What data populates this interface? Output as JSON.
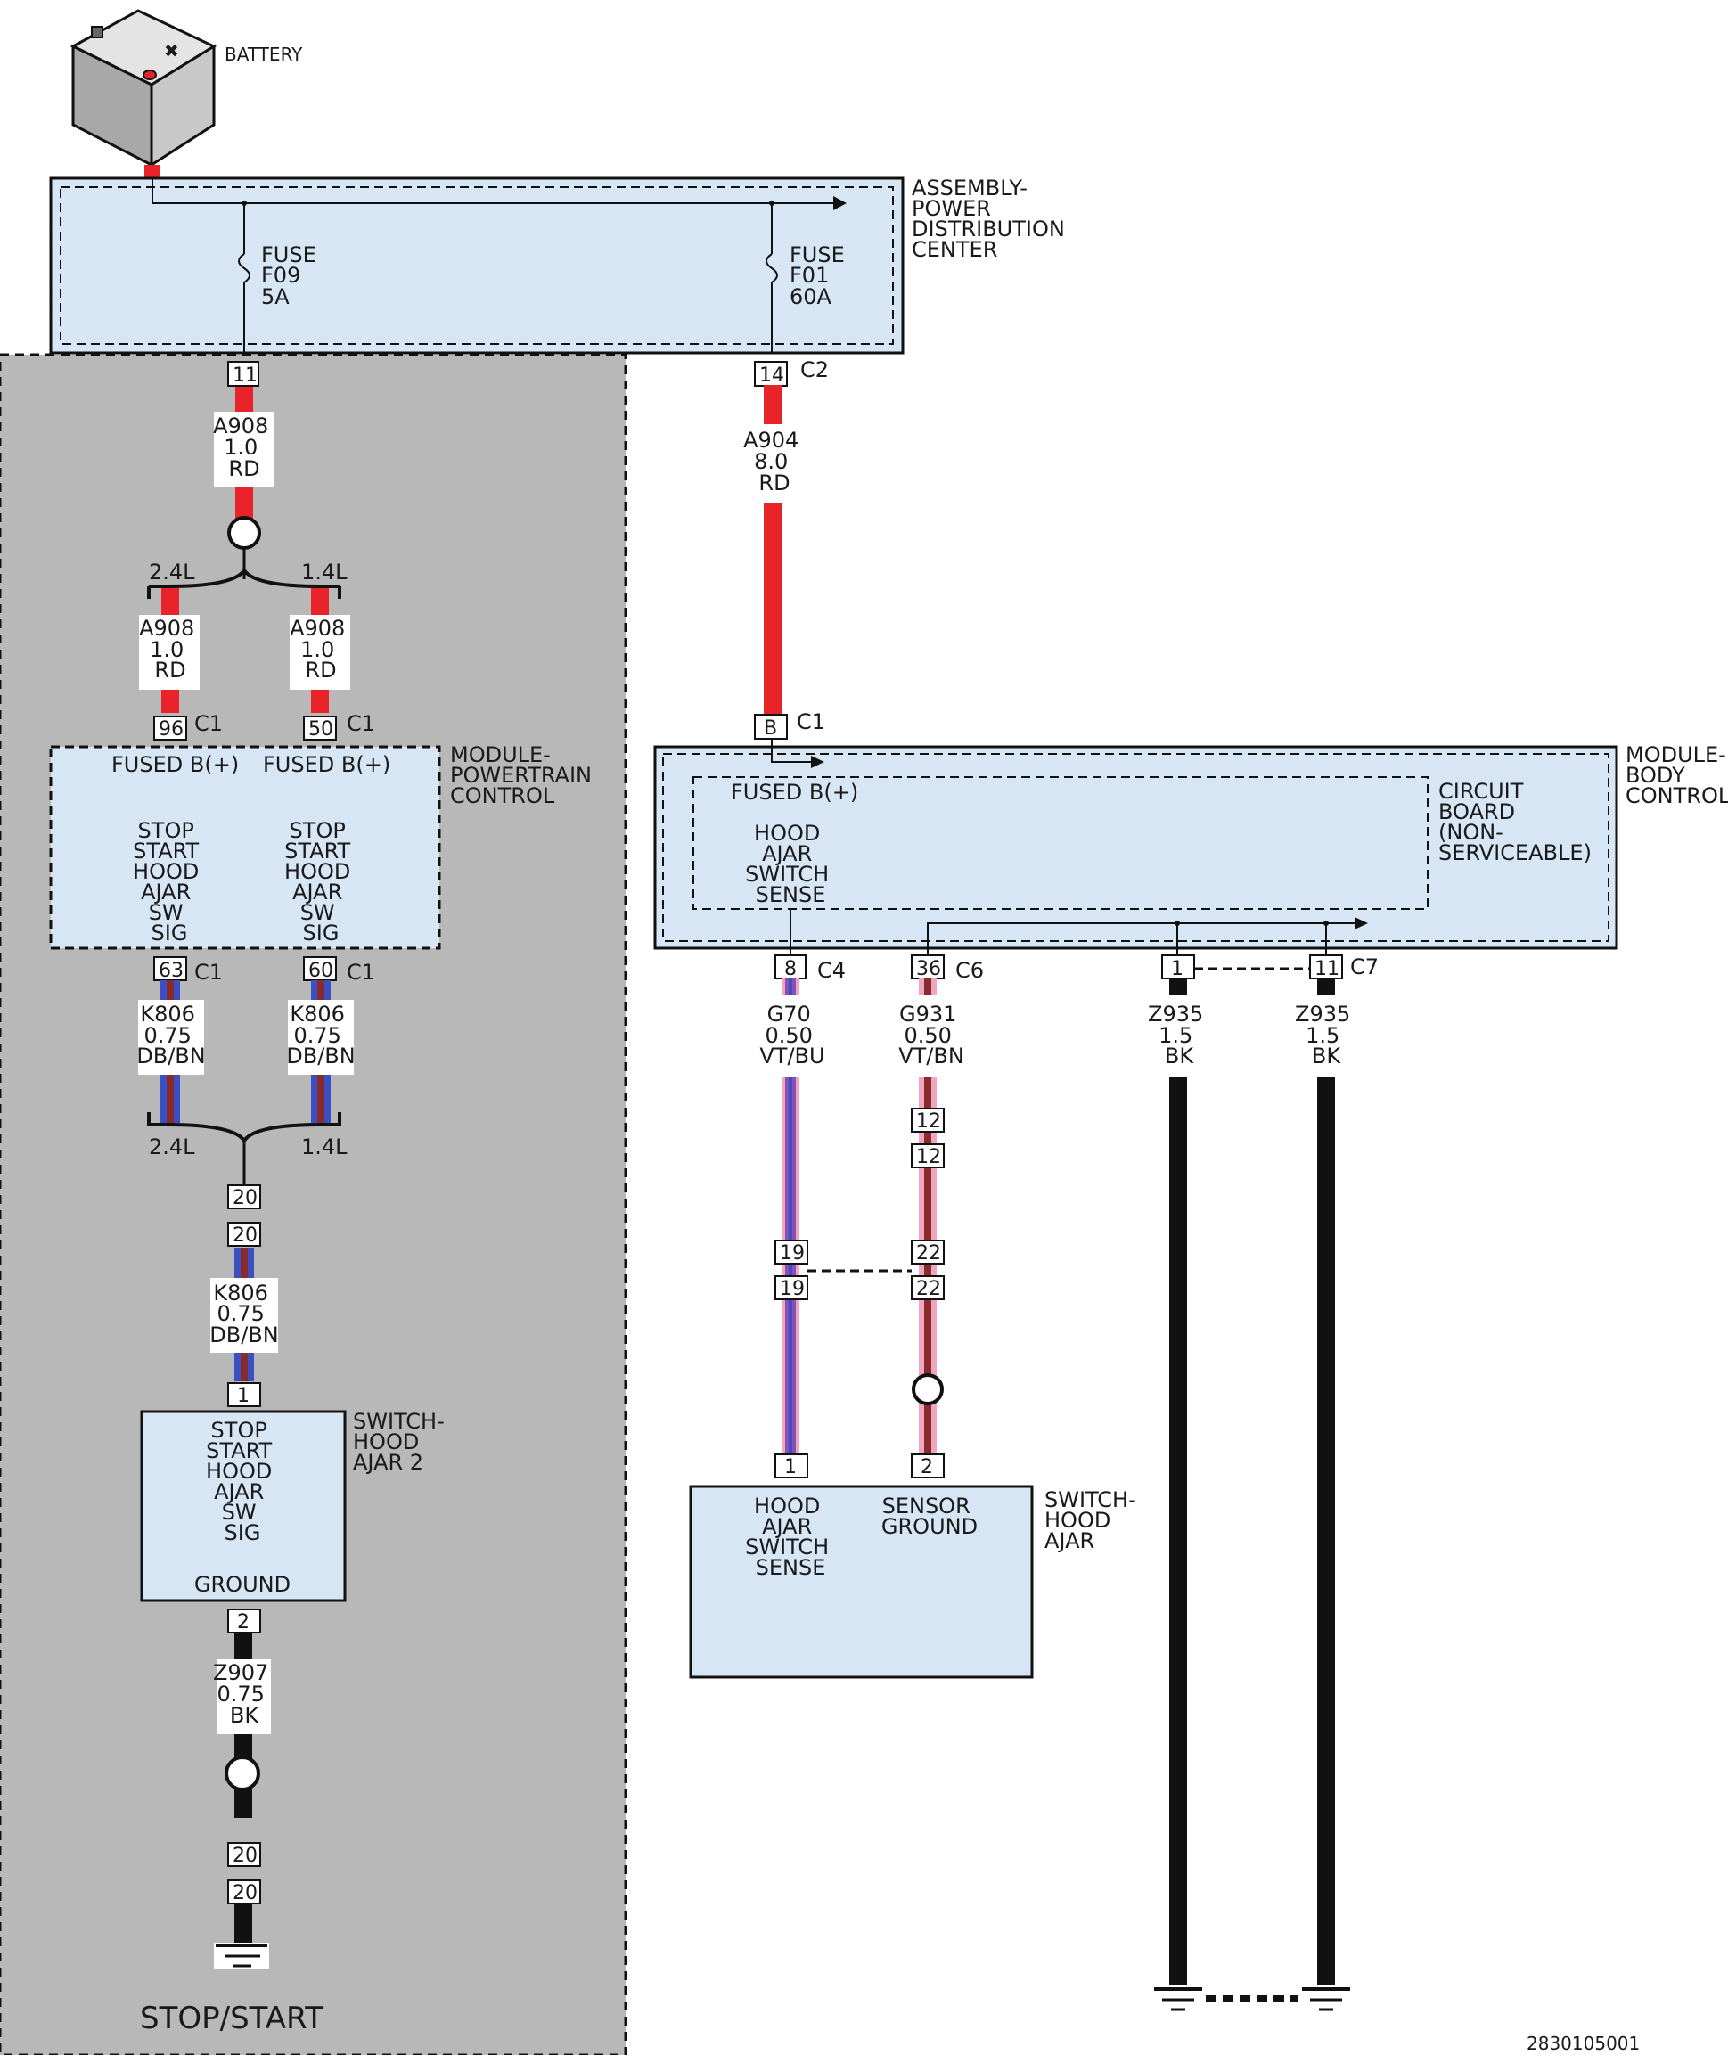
{
  "battery": {
    "label": "BATTERY"
  },
  "pdc": {
    "label": [
      "ASSEMBLY-",
      "POWER",
      "DISTRIBUTION",
      "CENTER"
    ],
    "fuse_f09": [
      "FUSE",
      "F09",
      "5A"
    ],
    "fuse_f01": [
      "FUSE",
      "F01",
      "60A"
    ]
  },
  "stop_start": {
    "title": "STOP/START",
    "pin_11": "11",
    "wire_a908": [
      "A908",
      "1.0",
      "RD"
    ],
    "split_left": "2.4L",
    "split_right": "1.4L",
    "wire_a908_left": [
      "A908",
      "1.0",
      "RD"
    ],
    "wire_a908_right": [
      "A908",
      "1.0",
      "RD"
    ],
    "pin_96": "96",
    "pin_50": "50",
    "conn_c1": "C1",
    "pcm_label": [
      "MODULE-",
      "POWERTRAIN",
      "CONTROL"
    ],
    "pcm_fused_left": "FUSED B(+)",
    "pcm_fused_right": "FUSED B(+)",
    "pcm_sig_left": [
      "STOP",
      "START",
      "HOOD",
      "AJAR",
      "SW",
      "SIG"
    ],
    "pcm_sig_right": [
      "STOP",
      "START",
      "HOOD",
      "AJAR",
      "SW",
      "SIG"
    ],
    "pin_63": "63",
    "pin_60": "60",
    "wire_k806_left": [
      "K806",
      "0.75",
      "DB/BN"
    ],
    "wire_k806_right": [
      "K806",
      "0.75",
      "DB/BN"
    ],
    "merge_left": "2.4L",
    "merge_right": "1.4L",
    "pin_20a": "20",
    "pin_20b": "20",
    "wire_k806": [
      "K806",
      "0.75",
      "DB/BN"
    ],
    "pin_1": "1",
    "switch2_label": [
      "SWITCH-",
      "HOOD",
      "AJAR 2"
    ],
    "switch2_sig": [
      "STOP",
      "START",
      "HOOD",
      "AJAR",
      "SW",
      "SIG"
    ],
    "switch2_ground": "GROUND",
    "pin_2": "2",
    "wire_z907": [
      "Z907",
      "0.75",
      "BK"
    ],
    "pin_20c": "20",
    "pin_20d": "20"
  },
  "right": {
    "pin_14": "14",
    "conn_c2": "C2",
    "wire_a904": [
      "A904",
      "8.0",
      "RD"
    ],
    "pin_b": "B",
    "conn_c1": "C1",
    "bcm_label": [
      "MODULE-",
      "BODY",
      "CONTROL"
    ],
    "circuit_board": [
      "CIRCUIT",
      "BOARD",
      "(NON-",
      "SERVICEABLE)"
    ],
    "bcm_fused": "FUSED B(+)",
    "bcm_sense": [
      "HOOD",
      "AJAR",
      "SWITCH",
      "SENSE"
    ],
    "pin_8": "8",
    "conn_c4": "C4",
    "pin_36": "36",
    "conn_c6": "C6",
    "pin_1": "1",
    "pin_11": "11",
    "conn_c7": "C7",
    "wire_g70": [
      "G70",
      "0.50",
      "VT/BU"
    ],
    "wire_g931": [
      "G931",
      "0.50",
      "VT/BN"
    ],
    "wire_z935_a": [
      "Z935",
      "1.5",
      "BK"
    ],
    "wire_z935_b": [
      "Z935",
      "1.5",
      "BK"
    ],
    "pin_12a": "12",
    "pin_12b": "12",
    "pin_19a": "19",
    "pin_19b": "19",
    "pin_22a": "22",
    "pin_22b": "22",
    "sw_pin_1": "1",
    "sw_pin_2": "2",
    "switch_sense": [
      "HOOD",
      "AJAR",
      "SWITCH",
      "SENSE"
    ],
    "switch_ground": [
      "SENSOR",
      "GROUND"
    ],
    "switch_label": [
      "SWITCH-",
      "HOOD",
      "AJAR"
    ]
  },
  "figure_id": "2830105001",
  "colors": {
    "red": "#e8232a",
    "black": "#111111",
    "module_fill": "#d6e6f4",
    "stopstart_bg": "#b8b8b8",
    "violet": "#8a4fb3",
    "blue": "#3a4fc4",
    "brown": "#8b2a2a",
    "pink": "#f0a6c0"
  }
}
